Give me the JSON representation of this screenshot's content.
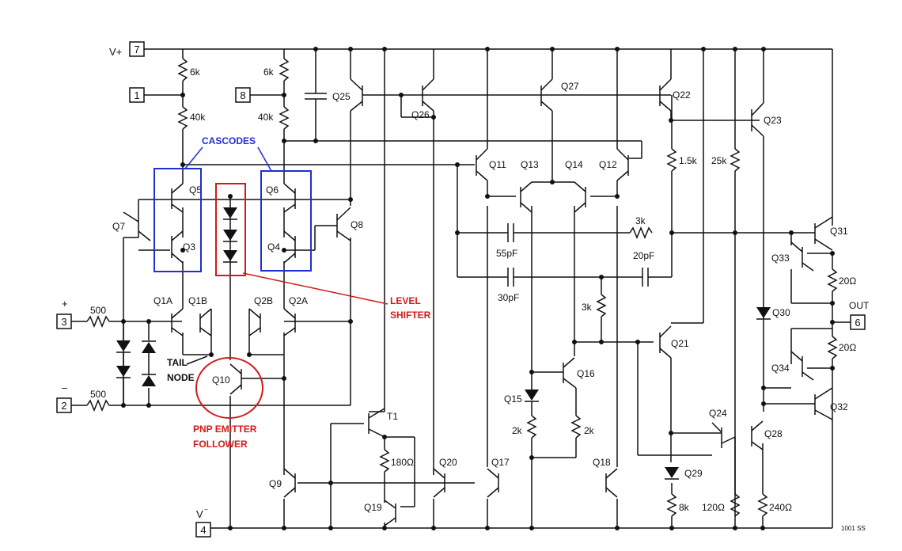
{
  "pins": [
    {
      "id": "V+",
      "num": "7"
    },
    {
      "id": "in1",
      "num": "1"
    },
    {
      "id": "in8",
      "num": "8"
    },
    {
      "id": "plus",
      "sign": "+",
      "num": "3"
    },
    {
      "id": "minus",
      "sign": "–",
      "num": "2"
    },
    {
      "id": "out",
      "label": "OUT",
      "num": "6"
    },
    {
      "id": "V-",
      "label": "V",
      "num": "4"
    }
  ],
  "transistors": [
    "Q1A",
    "Q1B",
    "Q2A",
    "Q2B",
    "Q3",
    "Q4",
    "Q5",
    "Q6",
    "Q7",
    "Q8",
    "Q9",
    "Q10",
    "Q11",
    "Q12",
    "Q13",
    "Q14",
    "Q15",
    "Q16",
    "Q17",
    "Q18",
    "Q19",
    "Q20",
    "Q21",
    "Q22",
    "Q23",
    "Q24",
    "Q25",
    "Q26",
    "Q27",
    "Q28",
    "Q29",
    "Q30",
    "Q31",
    "Q32",
    "Q33",
    "Q34",
    "T1"
  ],
  "resistors": [
    "6k",
    "6k",
    "40k",
    "40k",
    "500",
    "500",
    "3k",
    "3k",
    "1.5k",
    "25k",
    "2k",
    "2k",
    "180Ω",
    "8k",
    "120Ω",
    "240Ω",
    "20Ω",
    "20Ω"
  ],
  "capacitors": [
    "55pF",
    "30pF",
    "20pF"
  ],
  "annotations": {
    "cascodes": "CASCODES",
    "level_shifter": [
      "LEVEL",
      "SHIFTER"
    ],
    "tail_node": [
      "TAIL",
      "NODE"
    ],
    "pnp_follower": [
      "PNP EMITTER",
      "FOLLOWER"
    ]
  },
  "footer_code": "1001 SS",
  "colors": {
    "wire": "#111111",
    "annotation_blue": "#1f2fd0",
    "annotation_red": "#d11a1a"
  }
}
